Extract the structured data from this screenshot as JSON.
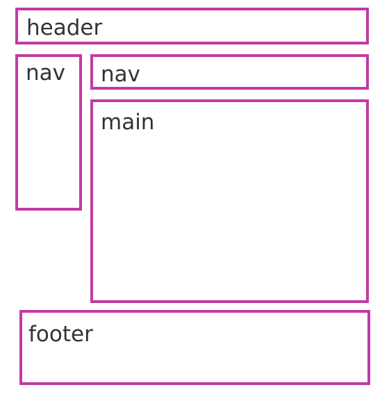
{
  "boxes": {
    "header": {
      "label": "header"
    },
    "nav_side": {
      "label": "nav"
    },
    "nav_top": {
      "label": "nav"
    },
    "main": {
      "label": "main"
    },
    "footer": {
      "label": "footer"
    }
  },
  "colors": {
    "border": "#c23aa0",
    "text": "#333333",
    "background": "#ffffff"
  }
}
